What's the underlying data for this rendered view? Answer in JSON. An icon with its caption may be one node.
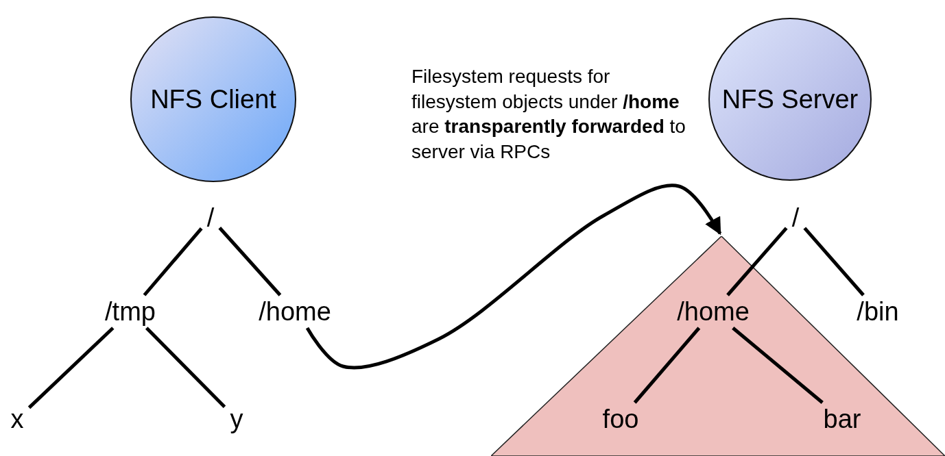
{
  "diagram": {
    "nodes": [
      {
        "text": [
          "NFS Client"
        ]
      },
      {
        "text": [
          "NFS Server"
        ]
      },
      {
        "text": [
          "/"
        ]
      },
      {
        "text": [
          "/tmp"
        ]
      },
      {
        "text": [
          "/home"
        ]
      },
      {
        "text": [
          "x"
        ]
      },
      {
        "text": [
          "y"
        ]
      },
      {
        "text": [
          "/"
        ]
      },
      {
        "text": [],
        "shape": "triangle"
      },
      {
        "text": [
          "/home"
        ],
        "in": 8
      },
      {
        "text": [
          "/bin"
        ]
      },
      {
        "text": [
          "foo"
        ],
        "in": 8
      },
      {
        "text": [
          "bar"
        ],
        "in": 8
      }
    ],
    "edges": [
      {
        "from": 2,
        "to": 3,
        "arrow": "none"
      },
      {
        "from": 2,
        "to": 4,
        "arrow": "none"
      },
      {
        "from": 3,
        "to": 5,
        "arrow": "none"
      },
      {
        "from": 3,
        "to": 6,
        "arrow": "none"
      },
      {
        "from": 7,
        "to": 9,
        "arrow": "none"
      },
      {
        "from": 7,
        "to": 10,
        "arrow": "none"
      },
      {
        "from": 9,
        "to": 11,
        "arrow": "none"
      },
      {
        "from": 9,
        "to": 12,
        "arrow": "none"
      },
      {
        "from": 4,
        "to": 8,
        "arrow": "to"
      }
    ],
    "labels": [
      "Filesystem requests for filesystem objects under **/home** are **transparently forwarded** to server via RPCs"
    ]
  }
}
